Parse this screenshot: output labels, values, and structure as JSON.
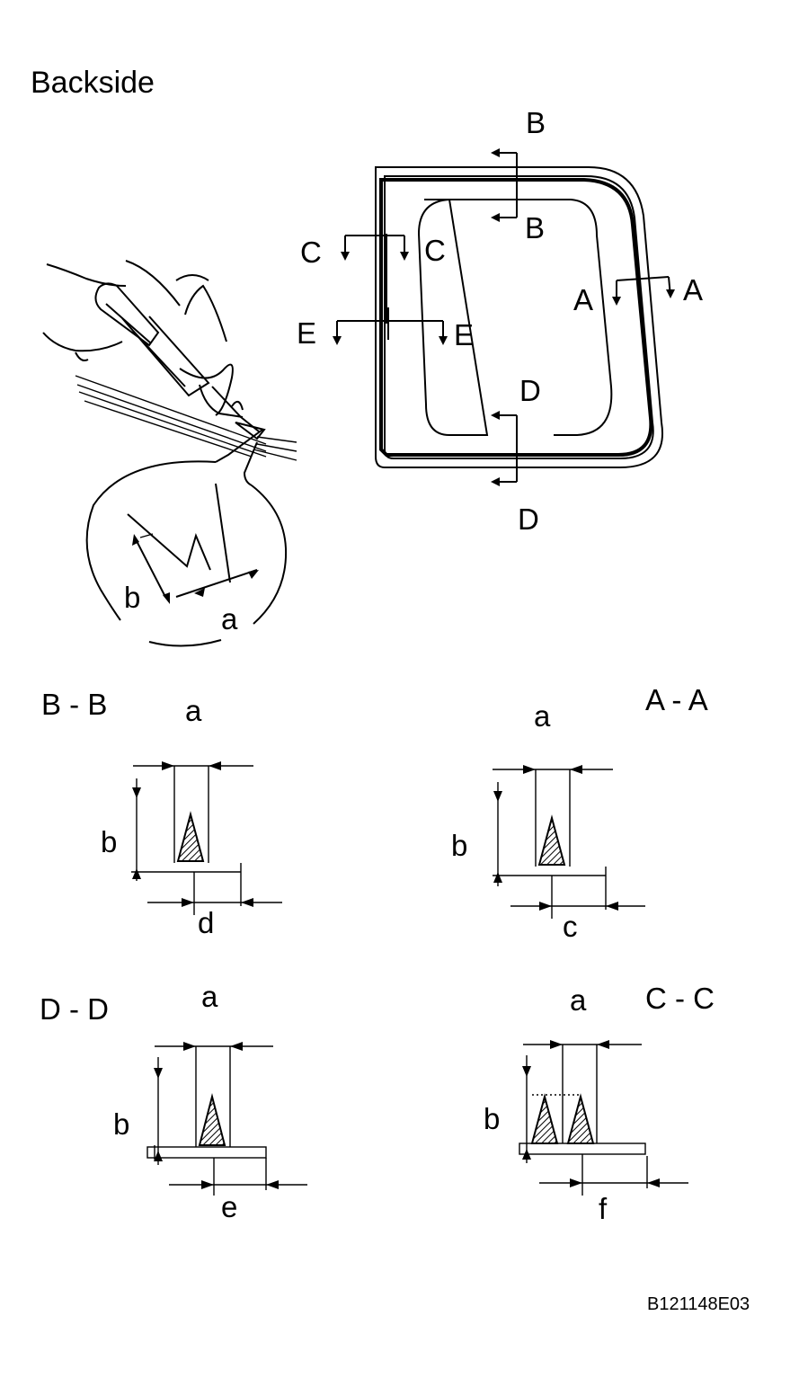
{
  "title": "Backside",
  "figure_code": "B121148E03",
  "section_cuts": {
    "A": "A",
    "B": "B",
    "C": "C",
    "D": "D",
    "E": "E"
  },
  "detail_labels": {
    "b": "b",
    "a": "a"
  },
  "sections": {
    "bb": {
      "title": "B - B",
      "a": "a",
      "b": "b",
      "offset": "d"
    },
    "aa": {
      "title": "A - A",
      "a": "a",
      "b": "b",
      "offset": "c"
    },
    "dd": {
      "title": "D - D",
      "a": "a",
      "b": "b",
      "offset": "e"
    },
    "cc": {
      "title": "C - C",
      "a": "a",
      "b": "b",
      "offset": "f"
    }
  }
}
